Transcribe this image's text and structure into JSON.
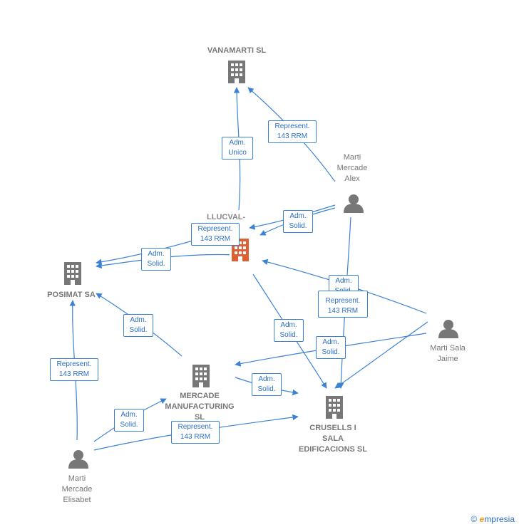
{
  "colors": {
    "link": "#3b82d6",
    "node": "#777777",
    "center_node": "#f05a28"
  },
  "nodes": {
    "vanamarti": {
      "label": "VANAMARTI  SL",
      "icon": "building-icon"
    },
    "llucval": {
      "label": "LLUCVAL-\n   I  SL",
      "icon": "building-icon"
    },
    "posimat": {
      "label": "POSIMAT SA",
      "icon": "building-icon"
    },
    "mercade_manufacturing": {
      "label": "MERCADE\nMANUFACTURING\nSL",
      "icon": "building-icon"
    },
    "crusells": {
      "label": "CRUSELLS I\nSALA\nEDIFICACIONS SL",
      "icon": "building-icon"
    },
    "marti_mercade_alex": {
      "label": "Marti\nMercade\nAlex",
      "icon": "person-icon"
    },
    "marti_sala_jaime": {
      "label": "Marti Sala\nJaime",
      "icon": "person-icon"
    },
    "marti_mercade_elisabet": {
      "label": "Marti\nMercade\nElisabet",
      "icon": "person-icon"
    }
  },
  "relations": {
    "r1": "Adm.\nUnico",
    "r2": "Represent.\n143 RRM",
    "r3": "Adm.\nSolid.",
    "r4": "Represent.\n143 RRM",
    "r5": "Adm.\nSolid.",
    "r6": "Adm.\nSolid.",
    "r7": "Represent.\n143 RRM",
    "r8": "Adm.\nSolid.",
    "r9": "Adm.\nSolid.",
    "r10": "Adm.\nSolid.",
    "r11": "Represent.\n143 RRM",
    "r12": "Adm.\nSolid.",
    "r13": "Represent.\n143 RRM",
    "r14": "Adm.\nSolid."
  },
  "brand": {
    "copyright": "©",
    "name": "mpresia",
    "e": "e"
  }
}
